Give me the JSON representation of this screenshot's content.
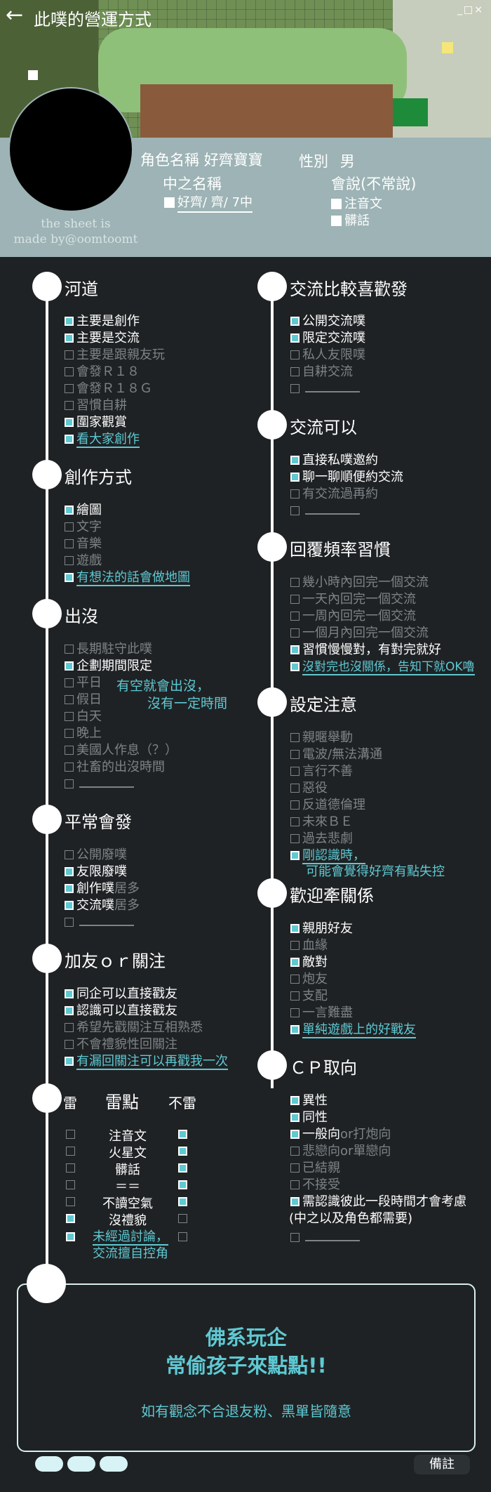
{
  "header": {
    "title": "此噗的營運方式",
    "controls": "_□×"
  },
  "profile": {
    "credit_line1": "the sheet is",
    "credit_line2": "made by@oomtoomt",
    "char_name_label": "角色名稱",
    "char_name_value": "好齊寶寶",
    "gender_label": "性別",
    "gender_value": "男",
    "mid_name_label": "中之名稱",
    "mid_name_value": "好齊/ 齊/ 7中",
    "speak_label": "會說(不常說)",
    "speak_opt1": "注音文",
    "speak_opt2": "髒話"
  },
  "sections": {
    "river": {
      "title": "河道",
      "items": [
        "主要是創作",
        "主要是交流",
        "主要是跟親友玩",
        "會發Ｒ１８",
        "會發Ｒ１８Ｇ",
        "習慣自耕",
        "圍家觀賞",
        "看大家創作"
      ]
    },
    "create": {
      "title": "創作方式",
      "items": [
        "繪圖",
        "文字",
        "音樂",
        "遊戲",
        "有想法的話會做地圖"
      ]
    },
    "appear": {
      "title": "出沒",
      "items": [
        "長期駐守此噗",
        "企劃期間限定",
        "平日",
        "假日",
        "白天",
        "晚上",
        "美國人作息（？）",
        "社畜的出沒時間"
      ],
      "note1": "有空就會出沒，",
      "note2": "沒有一定時間"
    },
    "usual": {
      "title": "平常會發",
      "items": [
        "公開廢噗",
        "友限廢噗",
        "創作噗",
        "交流噗"
      ],
      "suffix": "居多"
    },
    "friend": {
      "title": "加友ｏｒ關注",
      "items": [
        "同企可以直接戳友",
        "認識可以直接戳友",
        "希望先戳關注互相熟悉",
        "不會禮貌性回關注",
        "有漏回關注可以再戳我一次"
      ]
    },
    "lei": {
      "title": "雷",
      "head_mid": "雷點",
      "head_right": "不雷",
      "rows": [
        "注音文",
        "火星文",
        "髒話",
        "＝＝",
        "不讀空氣",
        "沒禮貌"
      ],
      "note1": "未經過討論，",
      "note2": "交流擅自控角"
    },
    "prefer": {
      "title": "交流比較喜歡發",
      "items": [
        "公開交流噗",
        "限定交流噗",
        "私人友限噗",
        "自耕交流"
      ]
    },
    "can": {
      "title": "交流可以",
      "items": [
        "直接私噗邀約",
        "聊一聊順便約交流",
        "有交流過再約"
      ]
    },
    "reply": {
      "title": "回覆頻率習慣",
      "items": [
        "幾小時內回完一個交流",
        "一天內回完一個交流",
        "一周內回完一個交流",
        "一個月內回完一個交流",
        "習慣慢慢對，有對完就好",
        "沒對完也沒關係，告知下就OK嚕"
      ]
    },
    "settings": {
      "title": "設定注意",
      "items": [
        "親暱舉動",
        "電波/無法溝通",
        "言行不善",
        "惡役",
        "反道德倫理",
        "未來ＢＥ",
        "過去悲劇"
      ],
      "note1": "剛認識時，",
      "note2": "可能會覺得好齊有點失控"
    },
    "relation": {
      "title": "歡迎牽關係",
      "items": [
        "親朋好友",
        "血緣",
        "敵對",
        "炮友",
        "支配",
        "一言難盡",
        "單純遊戲上的好戰友"
      ]
    },
    "cp": {
      "title": "ＣＰ取向",
      "items": [
        "異性",
        "同性",
        "一般向",
        "悲戀向",
        "已結親",
        "不接受",
        "需認識彼此一段時間才會考慮"
      ],
      "general_suffix": "or打炮向",
      "sad_suffix": "or單戀向",
      "note": "(中之以及角色都需要)"
    }
  },
  "footer": {
    "line1": "佛系玩企",
    "line2": "常偷孩子來點點!!",
    "sub": "如有觀念不合退友粉、黑單皆隨意",
    "notes_button": "備註"
  },
  "colors": {
    "accent": "#5ec9d3",
    "background": "#1f2224",
    "profile_bg": "#9db3b5"
  }
}
